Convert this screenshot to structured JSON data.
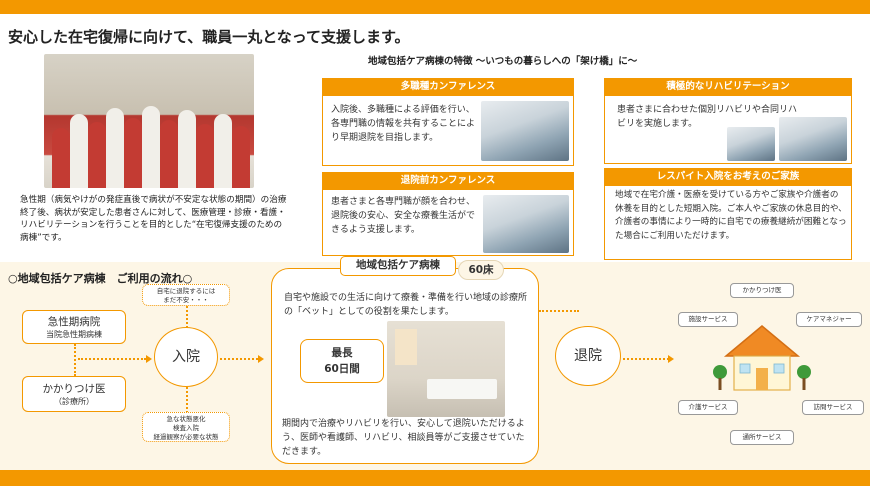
{
  "heading": "安心した在宅復帰に向けて、職員一丸となって支援します。",
  "intro_text": "急性期（病気やけがの発症直後で病状が不安定な状態の期間）の治療終了後、病状が安定した患者さんに対して、医療管理・診療・看護・リハビリテーションを行うことを目的とした“在宅復帰支援のための病棟”です。",
  "features_title": "地域包括ケア病棟の特徴 ～いつもの暮らしへの「架け橋」に～",
  "cards": [
    {
      "title": "多職種カンファレンス",
      "text": "入院後、多職種による評価を行い、各専門職の情報を共有することにより早期退院を目指します。"
    },
    {
      "title": "積極的なリハビリテーション",
      "text": "患者さまに合わせた個別リハビリや合同リハビリを実施します。"
    },
    {
      "title": "退院前カンファレンス",
      "text": "患者さまと各専門職が顔を合わせ、退院後の安心、安全な療養生活ができるよう支援します。"
    },
    {
      "title": "レスパイト入院をお考えのご家族",
      "text": "地域で在宅介護・医療を受けている方やご家族や介護者の休養を目的とした短期入院。ご本人やご家族の休息目的や、介護者の事情により一時的に自宅での療養継続が困難となった場合にご利用いただけます。"
    }
  ],
  "flow": {
    "title": "○地域包括ケア病棟　ご利用の流れ○",
    "acute_hospital": {
      "line1": "急性期病院",
      "line2": "当院急性期病棟"
    },
    "family_doctor": {
      "line1": "かかりつけ医",
      "line2": "（診療所）"
    },
    "note_top": {
      "line1": "自宅に退院するには",
      "line2": "まだ不安・・・"
    },
    "note_bottom": {
      "line1": "急な状態悪化",
      "line2": "検査入院",
      "line3": "経過観察が必要な状態"
    },
    "admission": "入院",
    "discharge": "退院"
  },
  "ward": {
    "name": "地域包括ケア病棟",
    "beds": "60床",
    "description": "自宅や施設での生活に向けて療養・準備を行い地域の診療所の「ベット」としての役割を果たします。",
    "max_stay_label": "最長",
    "max_stay_value": "60日間",
    "footer": "期間内で治療やリハビリを行い、安心して退院いただけるよう、医師や看護師、リハビリ、相談員等がご支援させていただきます。"
  },
  "services": {
    "family_doctor": "かかりつけ医",
    "facility": "施設サービス",
    "care_manager": "ケアマネジャー",
    "care_service": "介護サービス",
    "home_visit": "訪問サービス",
    "day_service": "通所サービス"
  }
}
